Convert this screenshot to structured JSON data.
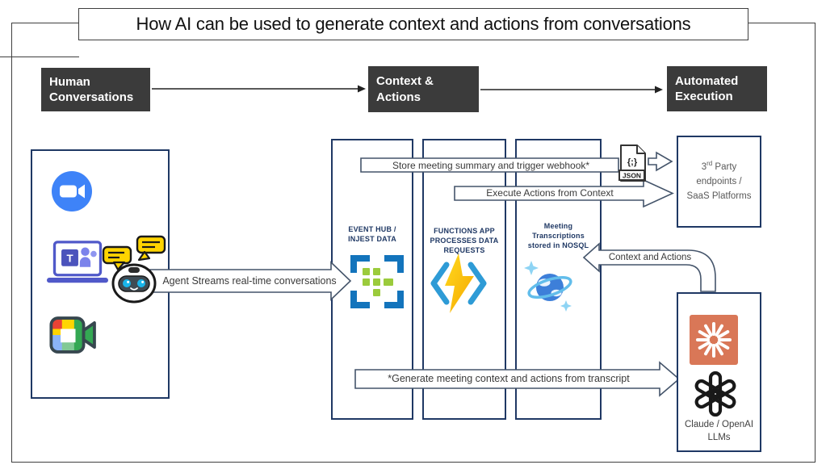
{
  "title": "How AI can be used to generate context and actions from conversations",
  "headers": {
    "human": "Human Conversations",
    "context": "Context & Actions",
    "automated": "Automated Execution"
  },
  "columns": {
    "event_hub": "EVENT HUB / INJEST DATA",
    "functions": "FUNCTIONS APP PROCESSES DATA REQUESTS",
    "nosql": "Meeting Transcriptions stored in NOSQL"
  },
  "flows": {
    "agent_streams": "Agent Streams real-time conversations",
    "store_summary": "Store meeting summary and trigger webhook*",
    "execute_actions": "Execute Actions from Context",
    "context_actions": "Context and Actions",
    "generate": "*Generate meeting context and actions from transcript"
  },
  "endpoints": {
    "third_party": {
      "num": "3",
      "sup": "rd",
      "rest": " Party",
      "line2": "endpoints /",
      "line3": "SaaS Platforms"
    },
    "llm_label": "Claude / OpenAI LLMs"
  },
  "json_file": {
    "glyph": "{;}",
    "label": "JSON"
  },
  "colors": {
    "navy_border": "#1F3864",
    "dark_box": "#3b3b3b",
    "arrow_outline": "#44546A",
    "claude_orange": "#D97757",
    "zoom_blue": "#3E83F8",
    "event_hub_blue": "#1374BC",
    "event_hub_green": "#9BCB3C",
    "functions_yellow": "#FFC81F",
    "cosmos_blue": "#3D7FD9"
  }
}
